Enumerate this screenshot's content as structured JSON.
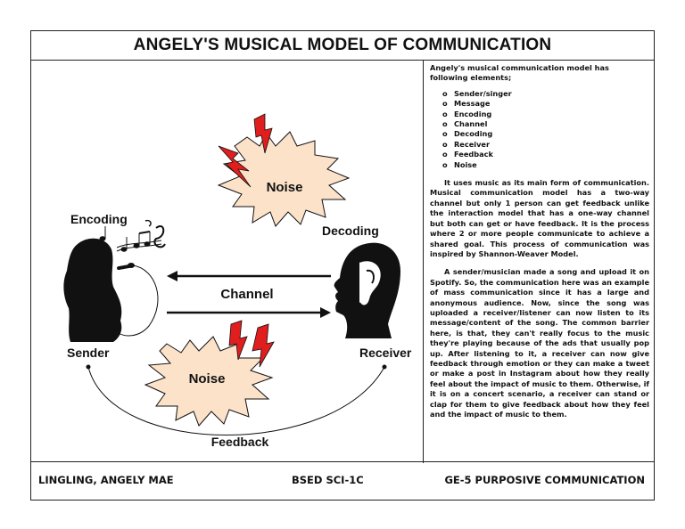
{
  "title": "ANGELY'S MUSICAL MODEL OF COMMUNICATION",
  "diagram": {
    "encoding": "Encoding",
    "decoding": "Decoding",
    "channel": "Channel",
    "sender": "Sender",
    "receiver": "Receiver",
    "feedback": "Feedback",
    "noise_top": "Noise",
    "noise_bottom": "Noise"
  },
  "text": {
    "intro": "Angely's musical communication model has following elements;",
    "elements": [
      "Sender/singer",
      "Message",
      "Encoding",
      "Channel",
      "Decoding",
      "Receiver",
      "Feedback",
      "Noise"
    ],
    "para1": "It uses music as its main form of communication. Musical communication model has a two-way channel but only 1 person can get feedback unlike the interaction model that has a one-way channel but both can get or have feedback. It is the process where 2 or more people communicate to achieve a shared goal. This process of communication was inspired by Shannon-Weaver Model.",
    "para2": "A sender/musician made a song and upload it on Spotify. So, the communication here was an example of mass communication since it has a large and anonymous audience. Now, since the song was uploaded a receiver/listener can now listen to its message/content of the song. The common barrier here, is that, they can't really focus to the music they're playing because of the ads that usually pop up. After listening to it, a receiver can now give feedback through emotion or they can make a tweet or make a post in Instagram about how they really feel about the impact of music to them. Otherwise, if it is on a concert scenario, a receiver can stand or clap for them to give feedback about how they feel and the impact of music to them."
  },
  "footer": {
    "name": "LINGLING, ANGELY MAE",
    "section": "BSED SCI-1C",
    "course": "GE-5 PURPOSIVE COMMUNICATION"
  },
  "colors": {
    "noise_fill": "#fbe2c9",
    "lightning": "#e01e1e",
    "ink": "#111111"
  }
}
